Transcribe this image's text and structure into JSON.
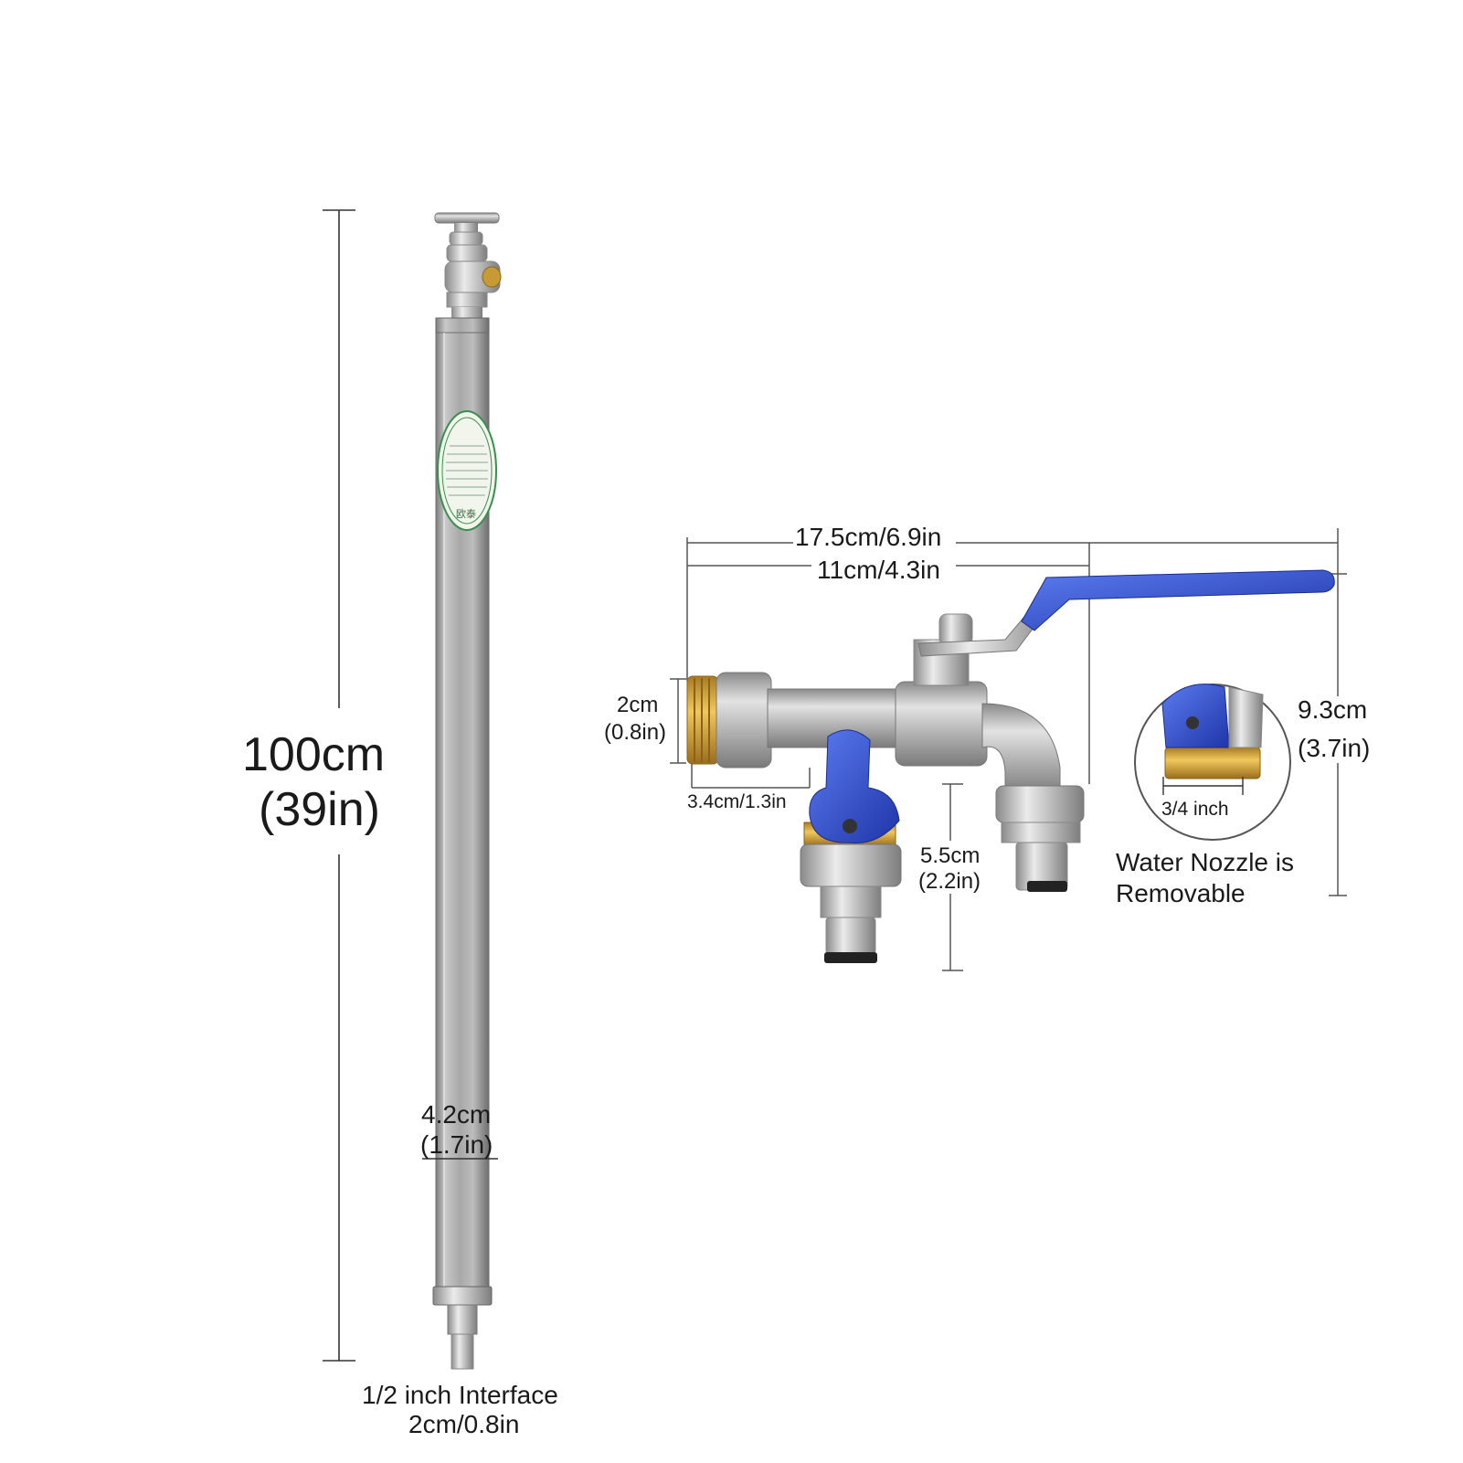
{
  "standpipe": {
    "height_cm": "100cm",
    "height_in": "(39in)",
    "diameter_cm": "4.2cm",
    "diameter_in": "(1.7in)",
    "interface_label": "1/2 inch Interface",
    "interface_size": "2cm/0.8in",
    "sticker_text": "欧泰"
  },
  "tap": {
    "total_width": "17.5cm/6.9in",
    "body_width": "11cm/4.3in",
    "inlet_height_cm": "2cm",
    "inlet_height_in": "(0.8in)",
    "inlet_length": "3.4cm/1.3in",
    "outlet_height_cm": "5.5cm",
    "outlet_height_in": "(2.2in)",
    "overall_height_cm": "9.3cm",
    "overall_height_in": "(3.7in)"
  },
  "inset": {
    "thread_label": "3/4 inch",
    "note_line1": "Water Nozzle is",
    "note_line2": "Removable"
  },
  "colors": {
    "handle_blue": "#2f4fc9",
    "brass": "#d9a63a",
    "chrome": "#c9c9c9",
    "dim_line": "#444444"
  }
}
